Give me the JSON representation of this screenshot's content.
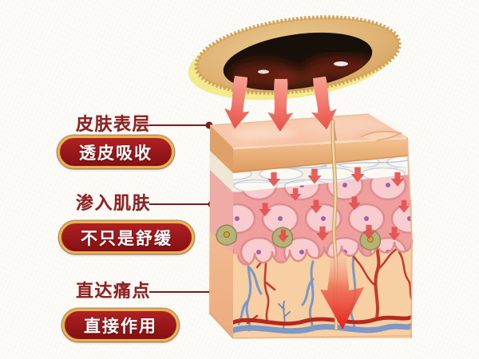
{
  "annotations": [
    {
      "label": "皮肤表层",
      "badge": "透皮吸收"
    },
    {
      "label": "渗入肌肤",
      "badge": "不只是舒缓"
    },
    {
      "label": "直达痛点",
      "badge": "直接作用"
    }
  ],
  "colors": {
    "label_text": "#8E2222",
    "leader_line": "#7D1B1B",
    "badge_background": "#9A181B",
    "badge_border": "#E9B347",
    "badge_text": "#FFFFFF",
    "arrow_red": "#E85247",
    "patch_ring_tan": "#DFAF6B",
    "patch_center_black": "#170F0A",
    "patch_edge_yellow": "#F3E98F",
    "skin_surface": "#F6C7AB",
    "stratum_corneum": "#E8A96B",
    "cell_layer_pink": "#F8CDCF",
    "cell_nucleus_purple": "#A55FA8",
    "dermis": "#F7CFA0",
    "vessel_red": "#C0301F",
    "vessel_blue": "#7D97C6"
  },
  "icons": {
    "patch": "medicinal-plaster-illustration",
    "arrows_from_patch": "downward-absorption-arrows-icon",
    "skin_block": "skin-cross-section-cube-illustration",
    "deep_arrow": "big-penetration-arrow-icon",
    "leader": "leader-line-with-dot"
  }
}
